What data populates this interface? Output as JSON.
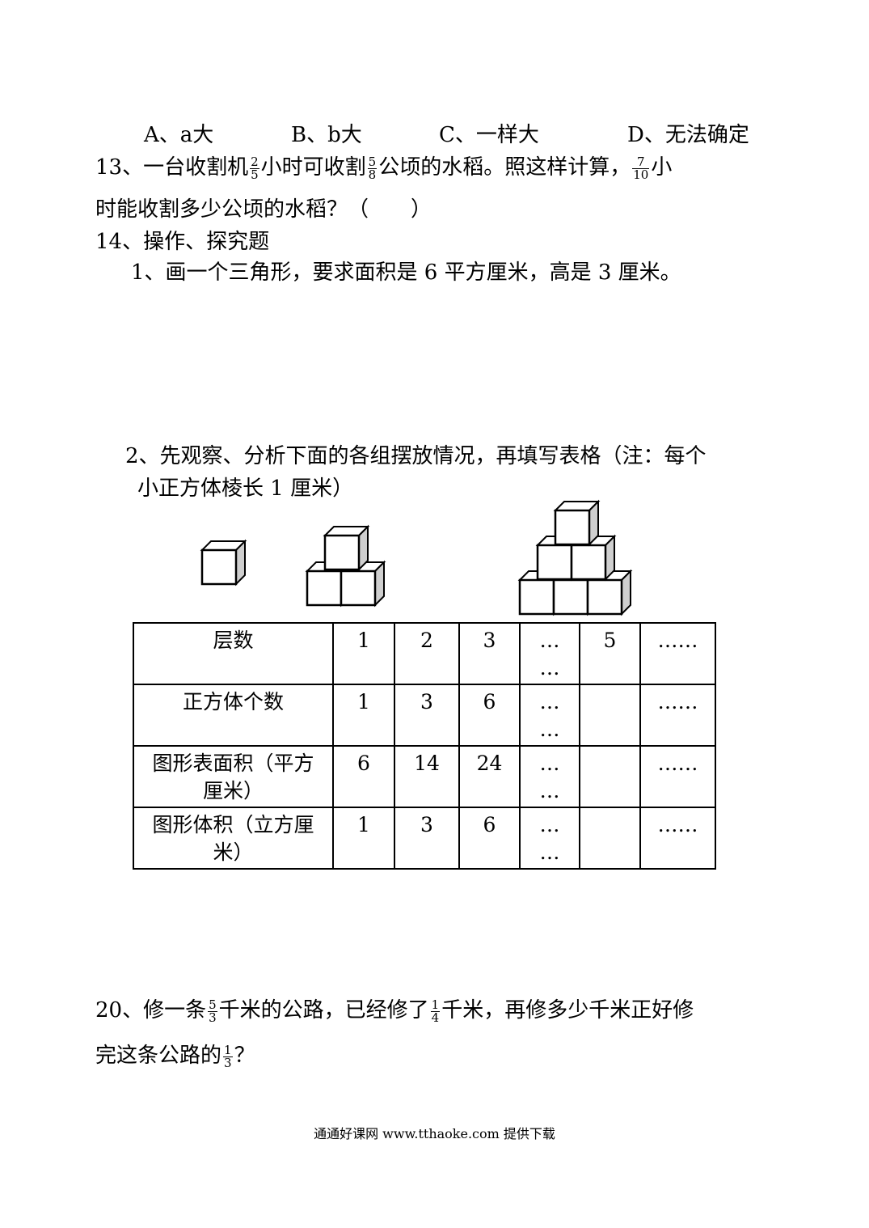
{
  "q12_options": {
    "a": "A、a大",
    "b": "B、b大",
    "c": "C、一样大",
    "d": "D、无法确定"
  },
  "q13": {
    "prefix": "13、一台收割机",
    "f1_num": "2",
    "f1_den": "5",
    "mid1": "小时可收割",
    "f2_num": "5",
    "f2_den": "8",
    "mid2": "公顷的水稻。照这样计算，",
    "f3_num": "7",
    "f3_den": "10",
    "end1": "小",
    "line2": "时能收割多少公顷的水稻？（　　）"
  },
  "q14": {
    "title": "14、操作、探究题",
    "item1": "1、画一个三角形，要求面积是 6 平方厘米，高是 3 厘米。",
    "item2_line1": "2、先观察、分析下面的各组摆放情况，再填写表格（注：每个",
    "item2_line2": "小正方体棱长 1 厘米）"
  },
  "table": {
    "rows": [
      {
        "label": "层数",
        "cells": [
          "1",
          "2",
          "3",
          "…\n…",
          "5",
          "……"
        ]
      },
      {
        "label": "正方体个数",
        "cells": [
          "1",
          "3",
          "6",
          "…\n…",
          "",
          "……"
        ]
      },
      {
        "label": "图形表面积（平方\n厘米）",
        "cells": [
          "6",
          "14",
          "24",
          "…\n…",
          "",
          "……"
        ]
      },
      {
        "label": "图形体积（立方厘\n米）",
        "cells": [
          "1",
          "3",
          "6",
          "…\n…",
          "",
          "……"
        ]
      }
    ]
  },
  "q20": {
    "prefix": "20、修一条",
    "f1_num": "5",
    "f1_den": "3",
    "mid1": "千米的公路，已经修了",
    "f2_num": "1",
    "f2_den": "4",
    "mid2": "千米，再修多少千米正好修",
    "line2_prefix": "完这条公路的",
    "f3_num": "1",
    "f3_den": "3",
    "line2_end": "？"
  },
  "footer": "通通好课网 www.tthaoke.com 提供下载"
}
